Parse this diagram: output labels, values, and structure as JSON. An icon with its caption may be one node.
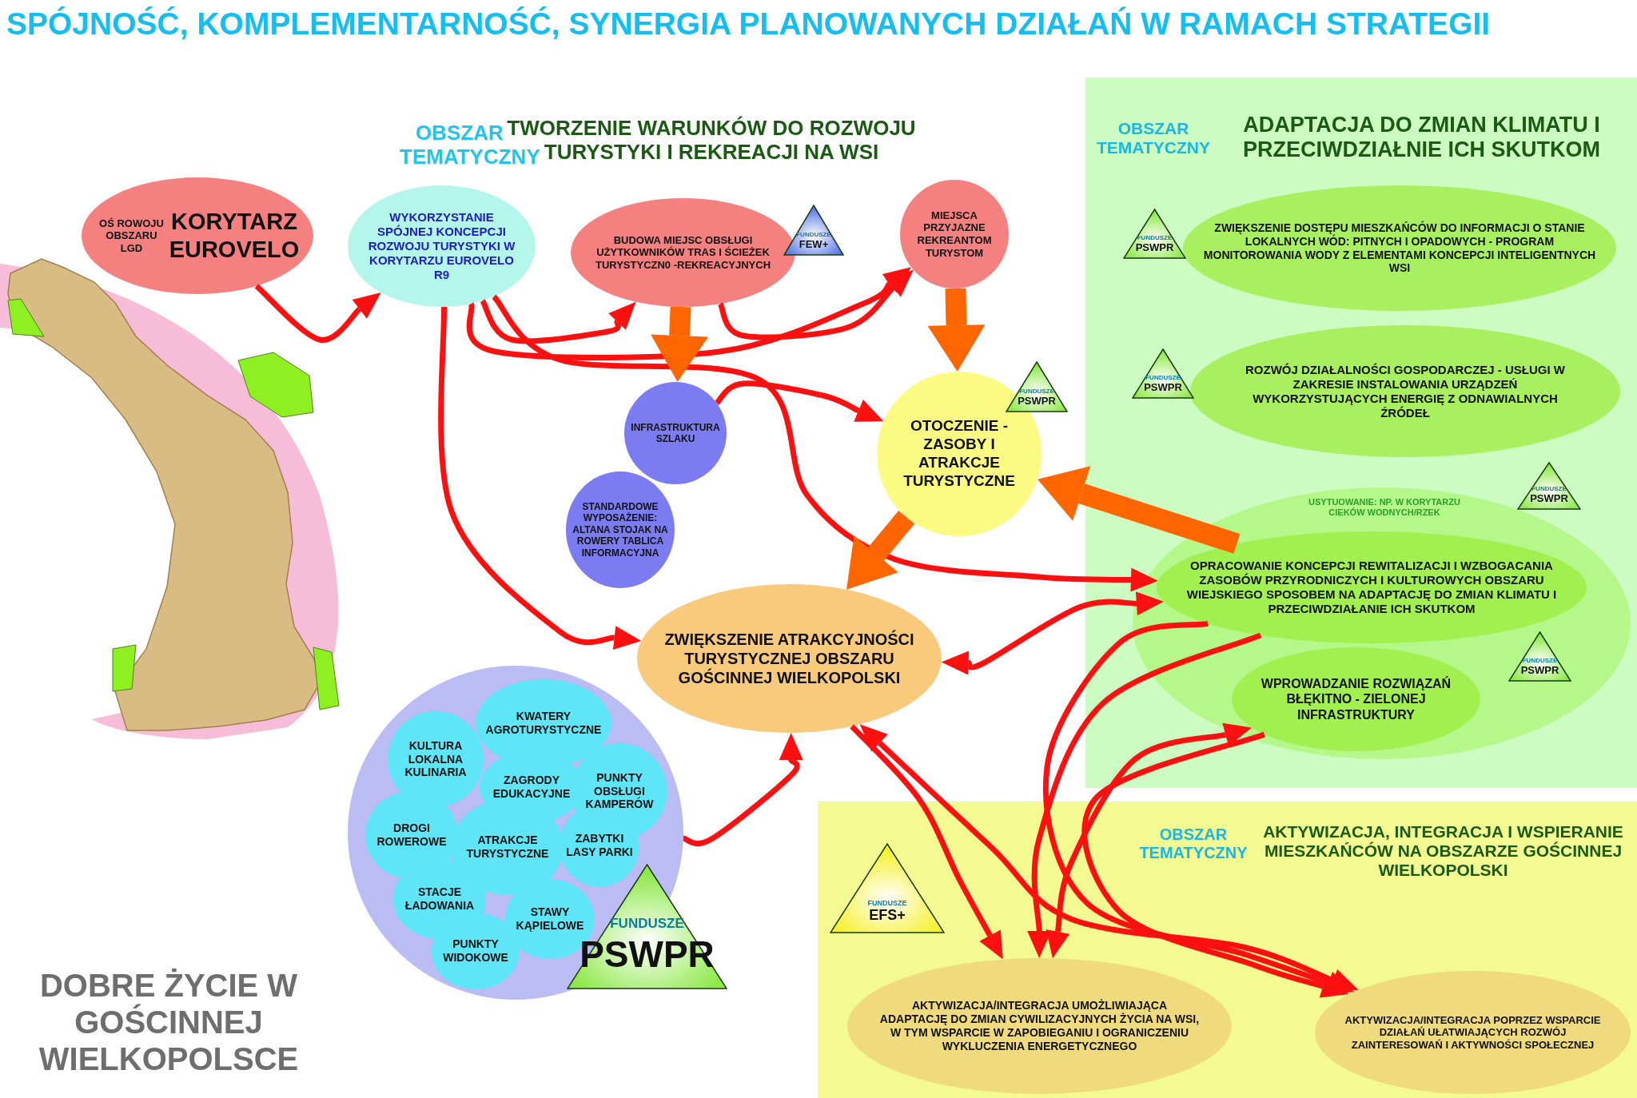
{
  "diagram": {
    "title": "SPÓJNOŚĆ, KOMPLEMENTARNOŚĆ, SYNERGIA PLANOWANYCH DZIAŁAŃ W RAMACH STRATEGII",
    "nodes": [
      {
        "text": [
          "OŚ ROWOJU OBSZARU LGD",
          "KORYTARZ EUROVELO"
        ]
      },
      {
        "text": [
          "WYKORZYSTANIE SPÓJNEJ KONCEPCJI ROZWOJU TURYSTYKI W KORYTARZU EUROVELO R9"
        ]
      },
      {
        "text": [
          "BUDOWA MIEJSC OBSŁUGI UŻYTKOWNIKÓW TRAS I ŚCIEŻEK TURYSTYCZN0 -REKREACYJNYCH"
        ]
      },
      {
        "text": [
          "FUNDUSZE",
          "FEW+"
        ]
      },
      {
        "text": [
          "MIEJSCA PRZYJAZNE REKREANTOM TURYSTOM"
        ]
      },
      {
        "text": [
          "INFRASTRUKTURA SZLAKU"
        ]
      },
      {
        "text": [
          "STANDARDOWE WYPOSAŻENIE: ALTANA STOJAK NA ROWERY TABLICA INFORMACYJNA"
        ]
      },
      {
        "text": [
          "OTOCZENIE - ZASOBY I ATRAKCJE TURYSTYCZNE"
        ]
      },
      {
        "text": [
          "FUNDUSZE",
          "PSWPR"
        ]
      },
      {
        "text": [
          "ZWIĘKSZENIE ATRAKCYJNOŚCI TURYSTYCZNEJ OBSZARU GOŚCINNEJ WIELKOPOLSKI"
        ]
      },
      {
        "text": [],
        "shape": "circle"
      },
      {
        "text": [
          "KWATERY AGROTURYSTYCZNE"
        ],
        "in": 10
      },
      {
        "text": [
          "KULTURA LOKALNA KULINARIA"
        ],
        "in": 10
      },
      {
        "text": [
          "ZAGRODY EDUKACYJNE"
        ],
        "in": 10
      },
      {
        "text": [
          "PUNKTY OBSŁUGI KAMPERÓW"
        ],
        "in": 10
      },
      {
        "text": [
          "DROGI ROWEROWE"
        ],
        "in": 10
      },
      {
        "text": [
          "ATRAKCJE TURYSTYCZNE"
        ],
        "in": 10
      },
      {
        "text": [
          "ZABYTKI LASY PARKI"
        ],
        "in": 10
      },
      {
        "text": [
          "STACJE ŁADOWANIA"
        ],
        "in": 10
      },
      {
        "text": [
          "STAWY KĄPIELOWE"
        ],
        "in": 10
      },
      {
        "text": [
          "PUNKTY WIDOKOWE"
        ],
        "in": 10
      },
      {
        "text": [
          "FUNDUSZE",
          "PSWPR"
        ]
      },
      {
        "text": [
          "OBSZAR TEMATYCZNY",
          "ADAPTACJA DO ZMIAN KLIMATU I PRZECIWDZIAŁNIE ICH SKUTKOM"
        ]
      },
      {
        "text": [
          "ZWIĘKSZENIE DOSTĘPU MIESZKAŃCÓW DO INFORMACJI O STANIE LOKALNYCH WÓD: PITNYCH I OPADOWYCH - PROGRAM MONITOROWANIA WODY Z ELEMENTAMI KONCEPCJI INTELIGENTNYCH WSI"
        ],
        "in": 22
      },
      {
        "text": [
          "FUNDUSZE",
          "PSWPR"
        ],
        "in": 22
      },
      {
        "text": [
          "ROZWÓJ DZIAŁALNOŚCI GOSPODARCZEJ - USŁUGI W ZAKRESIE INSTALOWANIA URZĄDZEŃ WYKORZYSTUJĄCYCH ENERGIĘ Z ODNAWIALNYCH ŹRÓDEŁ"
        ],
        "in": 22
      },
      {
        "text": [
          "FUNDUSZE",
          "PSWPR"
        ],
        "in": 22
      },
      {
        "text": [
          "USYTUOWANIE: NP. W KORYTARZU CIEKÓW WODNYCH/RZEK"
        ],
        "in": 22
      },
      {
        "text": [
          "OPRACOWANIE KONCEPCJI REWITALIZACJI I WZBOGACANIA ZASOBÓW PRZYRODNICZYCH I KULTUROWYCH OBSZARU WIEJSKIEGO SPOSOBEM NA ADAPTACJĘ DO ZMIAN KLIMATU I PRZECIWDZIAŁANIE ICH SKUTKOM"
        ],
        "in": 27
      },
      {
        "text": [
          "FUNDUSZE",
          "PSWPR"
        ],
        "in": 22
      },
      {
        "text": [
          "WPROWADZANIE ROZWIĄZAŃ BŁĘKITNO - ZIELONEJ INFRASTRUKTURY"
        ],
        "in": 27
      },
      {
        "text": [
          "FUNDUSZE",
          "PSWPR"
        ],
        "in": 27
      },
      {
        "text": [
          "OBSZAR TEMATYCZNY",
          "AKTYWIZACJA, INTEGRACJA I WSPIERANIE MIESZKAŃCÓW NA OBSZARZE GOŚCINNEJ WIELKOPOLSKI"
        ]
      },
      {
        "text": [
          "FUNDUSZE",
          "EFS+"
        ],
        "in": 32
      },
      {
        "text": [
          "AKTYWIZACJA/INTEGRACJA UMOŻLIWIAJĄCA ADAPTACJĘ DO ZMIAN CYWILIZACYJNYCH ŻYCIA NA WSI, W TYM WSPARCIE W ZAPOBIEGANIU I OGRANICZENIU WYKLUCZENIA ENERGETYCZNEGO"
        ],
        "in": 32
      },
      {
        "text": [
          "AKTYWIZACJA/INTEGRACJA POPRZEZ WSPARCIE DZIAŁAŃ UŁATWIAJĄCYCH ROZWÓJ ZAINTERESOWAŃ I AKTYWNOŚCI SPOŁECZNEJ"
        ],
        "in": 32
      }
    ],
    "edges": [
      {
        "from": 0,
        "to": 1,
        "arrow": "to"
      },
      {
        "from": 1,
        "to": 2,
        "arrow": "to"
      },
      {
        "from": 1,
        "to": 4,
        "arrow": "to"
      },
      {
        "from": 2,
        "to": 4,
        "arrow": "to"
      },
      {
        "from": 1,
        "to": 9,
        "arrow": "to"
      },
      {
        "from": 1,
        "to": 28,
        "arrow": "to"
      },
      {
        "from": 5,
        "to": 7,
        "arrow": "to"
      },
      {
        "from": 2,
        "to": 5,
        "arrow": "to",
        "style": "thick",
        "color": "#ff6600"
      },
      {
        "from": 4,
        "to": 7,
        "arrow": "to",
        "style": "thick",
        "color": "#ff6600"
      },
      {
        "from": 7,
        "to": 9,
        "arrow": "to",
        "style": "thick",
        "color": "#ff6600"
      },
      {
        "from": 28,
        "to": 7,
        "arrow": "to",
        "style": "thick",
        "color": "#ff6600"
      },
      {
        "from": 10,
        "to": 9,
        "arrow": "to"
      },
      {
        "from": 9,
        "to": 28,
        "arrow": "both"
      },
      {
        "from": 9,
        "to": 35,
        "arrow": "both"
      },
      {
        "from": 9,
        "to": 34,
        "arrow": "to"
      },
      {
        "from": 28,
        "to": 34,
        "arrow": "to"
      },
      {
        "from": 30,
        "to": 34,
        "arrow": "both"
      },
      {
        "from": 28,
        "to": 35,
        "arrow": "to"
      },
      {
        "from": 30,
        "to": 35,
        "arrow": "to"
      }
    ],
    "labels": [
      "OBSZAR TEMATYCZNY",
      "TWORZENIE WARUNKÓW DO ROZWOJU TURYSTYKI I REKREACJI NA WSI",
      "DOBRE ŻYCIE W GOŚCINNEJ WIELKOPOLSCE"
    ]
  }
}
